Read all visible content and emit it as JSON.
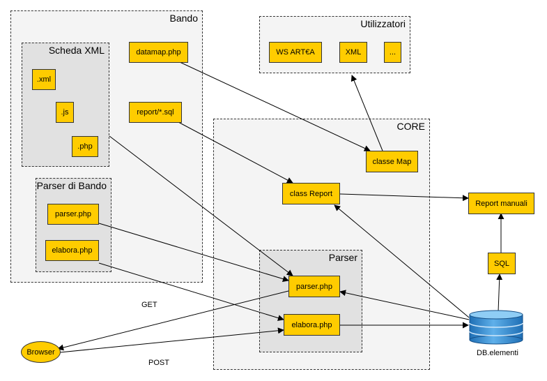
{
  "groups": {
    "bando": "Bando",
    "scheda_xml": "Scheda XML",
    "parser_di_bando": "Parser di Bando",
    "utilizzatori": "Utilizzatori",
    "core": "CORE",
    "parser": "Parser"
  },
  "nodes": {
    "xml_file": ".xml",
    "js_file": ".js",
    "php_file": ".php",
    "datamap": "datamap.php",
    "report_sql": "report/*.sql",
    "bando_parser": "parser.php",
    "bando_elabora": "elabora.php",
    "ws_artea": "WS ART€A",
    "xml_consumer": "XML",
    "more_consumers": "...",
    "classe_map": "classe Map",
    "class_report": "class Report",
    "core_parser": "parser.php",
    "core_elabora": "elabora.php",
    "report_manuali": "Report manuali",
    "sql": "SQL",
    "browser": "Browser",
    "db_elementi": "DB.elementi"
  },
  "edge_labels": {
    "get": "GET",
    "post": "POST"
  },
  "colors": {
    "node_fill": "#ffcc00",
    "outer_group": "#f4f4f4",
    "inner_group": "#e1e1e1",
    "db_fill": "#3b8fd1"
  }
}
